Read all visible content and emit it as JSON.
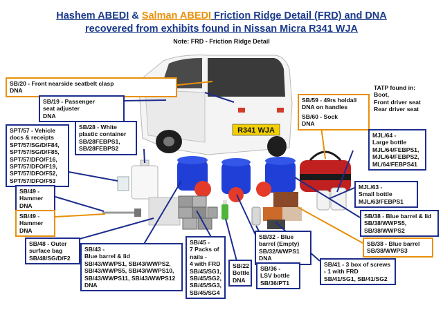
{
  "title": {
    "name1": "Hashem ABEDI",
    "amp": " & ",
    "name2": "Salman ABEDI",
    "rest1": " Friction Ridge Detail (FRD) and DNA",
    "line2": "recovered from exhibits found in Nissan Micra R341 WJA"
  },
  "note": "Note: FRD - Friction Ridge Detail",
  "car_plate": "R341 WJA",
  "colors": {
    "blue_border": "#1c2d8c",
    "orange_border": "#e8900c",
    "car": "#f4f4f4",
    "barrel": "#1f3fd6",
    "bag": "#c02020"
  },
  "labels": {
    "sb20": {
      "l1": "SB/20 - Front nearside seatbelt clasp",
      "l2": "DNA"
    },
    "sb19": {
      "l1": "SB/19 - Passenger",
      "l2": "seat adjuster",
      "l3": "DNA"
    },
    "spt57": {
      "l1": "SPT/57 - Vehicle",
      "l2": "docs & receipts",
      "l3": "SPT/57/SG/D/F84,",
      "l4": "SPT/57/SG/D/F85,",
      "l5": "SPT/57/DFO/F16,",
      "l6": "SPT/57/DFO/F19,",
      "l7": "SPT/57/DFO/F52,",
      "l8": "SPT/57/DFO/F53"
    },
    "sb28": {
      "l1": "SB/28 - White",
      "l2": "plastic container",
      "l3": "SB/28FEBPS1,",
      "l4": "SB/28FEBPS2"
    },
    "sb49a": {
      "l1": "SB/49 -",
      "l2": "Hammer",
      "l3": "DNA"
    },
    "sb49b": {
      "l1": "SB/49 -",
      "l2": "Hammer",
      "l3": "DNA"
    },
    "sb48": {
      "l1": "SB/48 - Outer",
      "l2": "surface bag",
      "l3": "SB/48/SG/D/F2"
    },
    "sb43": {
      "l1": "SB/43 -",
      "l2": "Blue barrel & lid",
      "l3": "SB/43/WWPS1, SB/43/WWPS2,",
      "l4": "SB/43/WWPS5, SB/43/WWPS10,",
      "l5": "SB/43/WWPS11, SB/43/WWPS12",
      "l6": "DNA"
    },
    "sb45": {
      "l1": "SB/45 -",
      "l2": "7 Packs of",
      "l3": "nails -",
      "l4": "4 with FRD",
      "l5": "SB/45/SG1,",
      "l6": "SB/45/SG2,",
      "l7": "SB/45/SG3,",
      "l8": "SB/45/SG4"
    },
    "sb22": {
      "l1": "SB/22",
      "l2": "Bottle",
      "l3": "DNA"
    },
    "sb32": {
      "l1": "SB/32 - Blue",
      "l2": "barrel (Empty)",
      "l3": "SB/32/WWPS1",
      "l4": "DNA"
    },
    "sb36": {
      "l1": "SB/36 -",
      "l2": "LSV bottle",
      "l3": "SB/36/PT1"
    },
    "sb59": {
      "l1": "SB/59 - 49rs holdall",
      "l2": "DNA on handles",
      "l3": "SB/60 - Sock",
      "l4": "DNA"
    },
    "tatp": {
      "l1": "TATP found in:",
      "l2": "Boot,",
      "l3": "Front driver seat",
      "l4": "Rear driver seat"
    },
    "mjl64": {
      "l1": "MJL/64 -",
      "l2": "Large bottle",
      "l3": "MJL/64/FEBPS1,",
      "l4": "MJL/64/FEBPS2,",
      "l5": "ML/64/FEBPS41"
    },
    "mjl63": {
      "l1": "MJL/63 -",
      "l2": "Small bottle",
      "l3": "MJL/63/FEBPS1"
    },
    "sb38a": {
      "l1": "SB/38 - Blue barrel & lid",
      "l2": "SB/38/WWPS5,",
      "l3": "SB/38/WWPS2"
    },
    "sb38b": {
      "l1": "SB/38 - Blue barrel",
      "l2": "SB/38/WWPS3"
    },
    "sb41": {
      "l1": "SB/41 - 3 box of screws",
      "l2": "- 1 with FRD",
      "l3": "SB/41/SG1, SB/41/SG2"
    }
  }
}
